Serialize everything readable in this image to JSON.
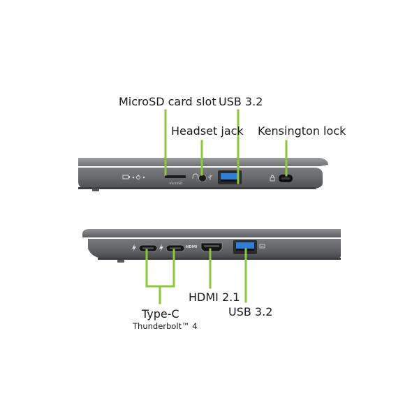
{
  "labels": {
    "microsd": "MicroSD card slot",
    "usb_top": "USB 3.2",
    "headset": "Headset jack",
    "kensington": "Kensington lock",
    "hdmi": "HDMI 2.1",
    "usb_bottom": "USB 3.2",
    "typec": "Type-C",
    "thunderbolt": "Thunderbolt™ 4"
  },
  "port_glyphs": {
    "hdmi_logo": "HDMI",
    "microsd_logo": "microSD"
  },
  "colors": {
    "callout_line": "#8dc63f",
    "chassis": "#6f7175",
    "chassis_dark": "#3f4144",
    "usb_blue": "#2f7fd8"
  },
  "icons": [
    "battery-icon",
    "power-icon",
    "headset-icon",
    "lock-icon",
    "thunderbolt-icon",
    "usb-icon"
  ]
}
